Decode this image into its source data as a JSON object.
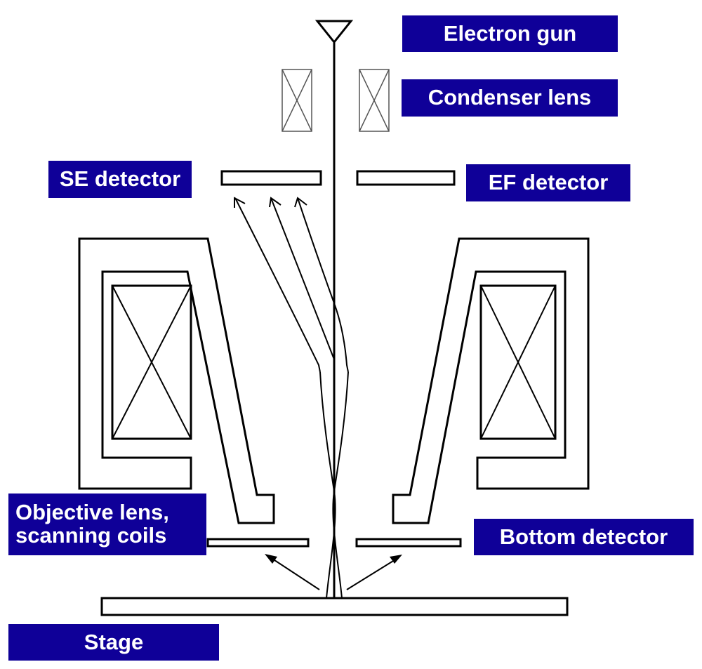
{
  "diagram": {
    "title": "Scanning electron microscope column schematic",
    "label_color": "#0f0098",
    "label_text_color": "#ffffff",
    "line_color": "#000000",
    "labels": {
      "electron_gun": "Electron gun",
      "condenser_lens": "Condenser lens",
      "se_detector": "SE detector",
      "ef_detector": "EF detector",
      "objective_lens_line1": "Objective lens,",
      "objective_lens_line2": "scanning coils",
      "bottom_detector": "Bottom detector",
      "stage": "Stage"
    },
    "components": [
      "electron-gun",
      "condenser-lens-left",
      "condenser-lens-right",
      "se-detector-plate",
      "ef-detector-plate",
      "objective-lens-left-pole",
      "objective-lens-right-pole",
      "objective-coil-left",
      "objective-coil-right",
      "bottom-detector-left-plate",
      "bottom-detector-right-plate",
      "stage-plate",
      "electron-beam",
      "secondary-electron-trajectories",
      "backscattered-arrows"
    ]
  }
}
